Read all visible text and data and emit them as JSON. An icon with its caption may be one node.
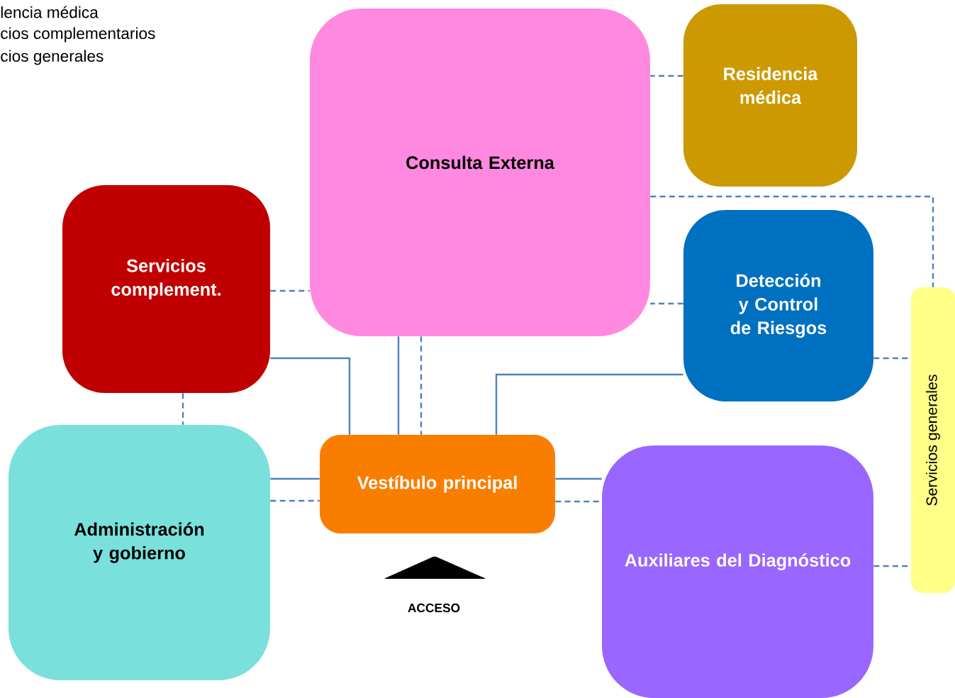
{
  "diagram": {
    "nodes": [
      {
        "text": [
          "Consulta Externa"
        ]
      },
      {
        "text": [
          "Residencia médica"
        ]
      },
      {
        "text": [
          "Servicios complement."
        ]
      },
      {
        "text": [
          "Detección y Control de Riesgos"
        ]
      },
      {
        "text": [
          "Servicios generales"
        ]
      },
      {
        "text": [
          "Administración y gobierno"
        ]
      },
      {
        "text": [
          "Vestíbulo principal"
        ]
      },
      {
        "text": [
          "Auxiliares del Diagnóstico"
        ]
      }
    ],
    "edges": [
      {
        "from": 1,
        "to": 0,
        "arrow": "none",
        "style": "dashed"
      },
      {
        "from": 0,
        "to": 4,
        "arrow": "none",
        "style": "dashed"
      },
      {
        "from": 2,
        "to": 0,
        "arrow": "none",
        "style": "dashed"
      },
      {
        "from": 3,
        "to": 0,
        "arrow": "none",
        "style": "dashed"
      },
      {
        "from": 3,
        "to": 4,
        "arrow": "none",
        "style": "dashed"
      },
      {
        "from": 7,
        "to": 4,
        "arrow": "none",
        "style": "dashed"
      },
      {
        "from": 2,
        "to": 6,
        "arrow": "none"
      },
      {
        "from": 0,
        "to": 6,
        "arrow": "none"
      },
      {
        "from": 0,
        "to": 6,
        "arrow": "none",
        "style": "dashed"
      },
      {
        "from": 3,
        "to": 6,
        "arrow": "none"
      },
      {
        "from": 2,
        "to": 5,
        "arrow": "none",
        "style": "dashed"
      },
      {
        "from": 5,
        "to": 6,
        "arrow": "none"
      },
      {
        "from": 5,
        "to": 6,
        "arrow": "none",
        "style": "dashed"
      },
      {
        "from": 6,
        "to": 7,
        "arrow": "none"
      },
      {
        "from": 6,
        "to": 7,
        "arrow": "none",
        "style": "dashed"
      }
    ],
    "labels": [
      "lencia médica",
      "cios complementarios",
      "cios generales",
      "ACCESO"
    ]
  }
}
